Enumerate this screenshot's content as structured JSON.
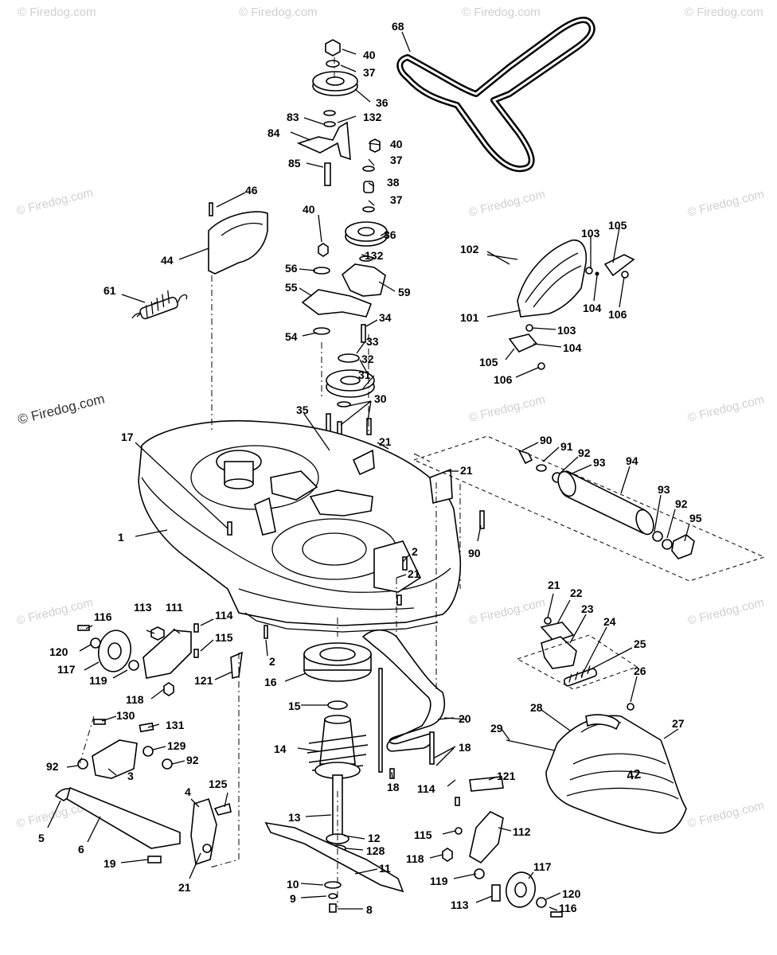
{
  "watermarks": {
    "light": "© Firedog.com",
    "dark": "© Firedog.com"
  },
  "callouts": {
    "c40a": "40",
    "c37a": "37",
    "c36a": "36",
    "c132a": "132",
    "c83": "83",
    "c84": "84",
    "c85": "85",
    "c40b": "40",
    "c37b": "37",
    "c38": "38",
    "c37c": "37",
    "c40c": "40",
    "c36b": "36",
    "c132b": "132",
    "c46": "46",
    "c44": "44",
    "c61": "61",
    "c56": "56",
    "c55": "55",
    "c59": "59",
    "c54": "54",
    "c34": "34",
    "c33": "33",
    "c32": "32",
    "c31": "31",
    "c30": "30",
    "c35": "35",
    "c17": "17",
    "c21a": "21",
    "c21b": "21",
    "c1": "1",
    "c2a": "2",
    "c21c": "21",
    "c90a": "90",
    "c91": "91",
    "c92a": "92",
    "c93a": "93",
    "c94": "94",
    "c93b": "93",
    "c92b": "92",
    "c95": "95",
    "c90b": "90",
    "c68": "68",
    "c102": "102",
    "c103a": "103",
    "c105a": "105",
    "c101": "101",
    "c104a": "104",
    "c106a": "106",
    "c103b": "103",
    "c104b": "104",
    "c105b": "105",
    "c106b": "106",
    "c113a": "113",
    "c111": "111",
    "c114a": "114",
    "c116a": "116",
    "c115a": "115",
    "c120a": "120",
    "c117a": "117",
    "c119a": "119",
    "c121a": "121",
    "c118a": "118",
    "c2b": "2",
    "c16": "16",
    "c15": "15",
    "c14": "14",
    "c130": "130",
    "c131": "131",
    "c129": "129",
    "c92c": "92",
    "c92d": "92",
    "c3": "3",
    "c4": "4",
    "c125": "125",
    "c5": "5",
    "c6": "6",
    "c19": "19",
    "c21d": "21",
    "c13": "13",
    "c12": "12",
    "c128": "128",
    "c11": "11",
    "c10": "10",
    "c9": "9",
    "c8": "8",
    "c20": "20",
    "c18a": "18",
    "c18b": "18",
    "c21e": "21",
    "c22": "22",
    "c23": "23",
    "c24": "24",
    "c25": "25",
    "c26": "26",
    "c27": "27",
    "c28": "28",
    "c29": "29",
    "c114b": "114",
    "c121b": "121",
    "c115b": "115",
    "c112": "112",
    "c118b": "118",
    "c119b": "119",
    "c113b": "113",
    "c117b": "117",
    "c120b": "120",
    "c116b": "116"
  },
  "chute_marking": "42"
}
